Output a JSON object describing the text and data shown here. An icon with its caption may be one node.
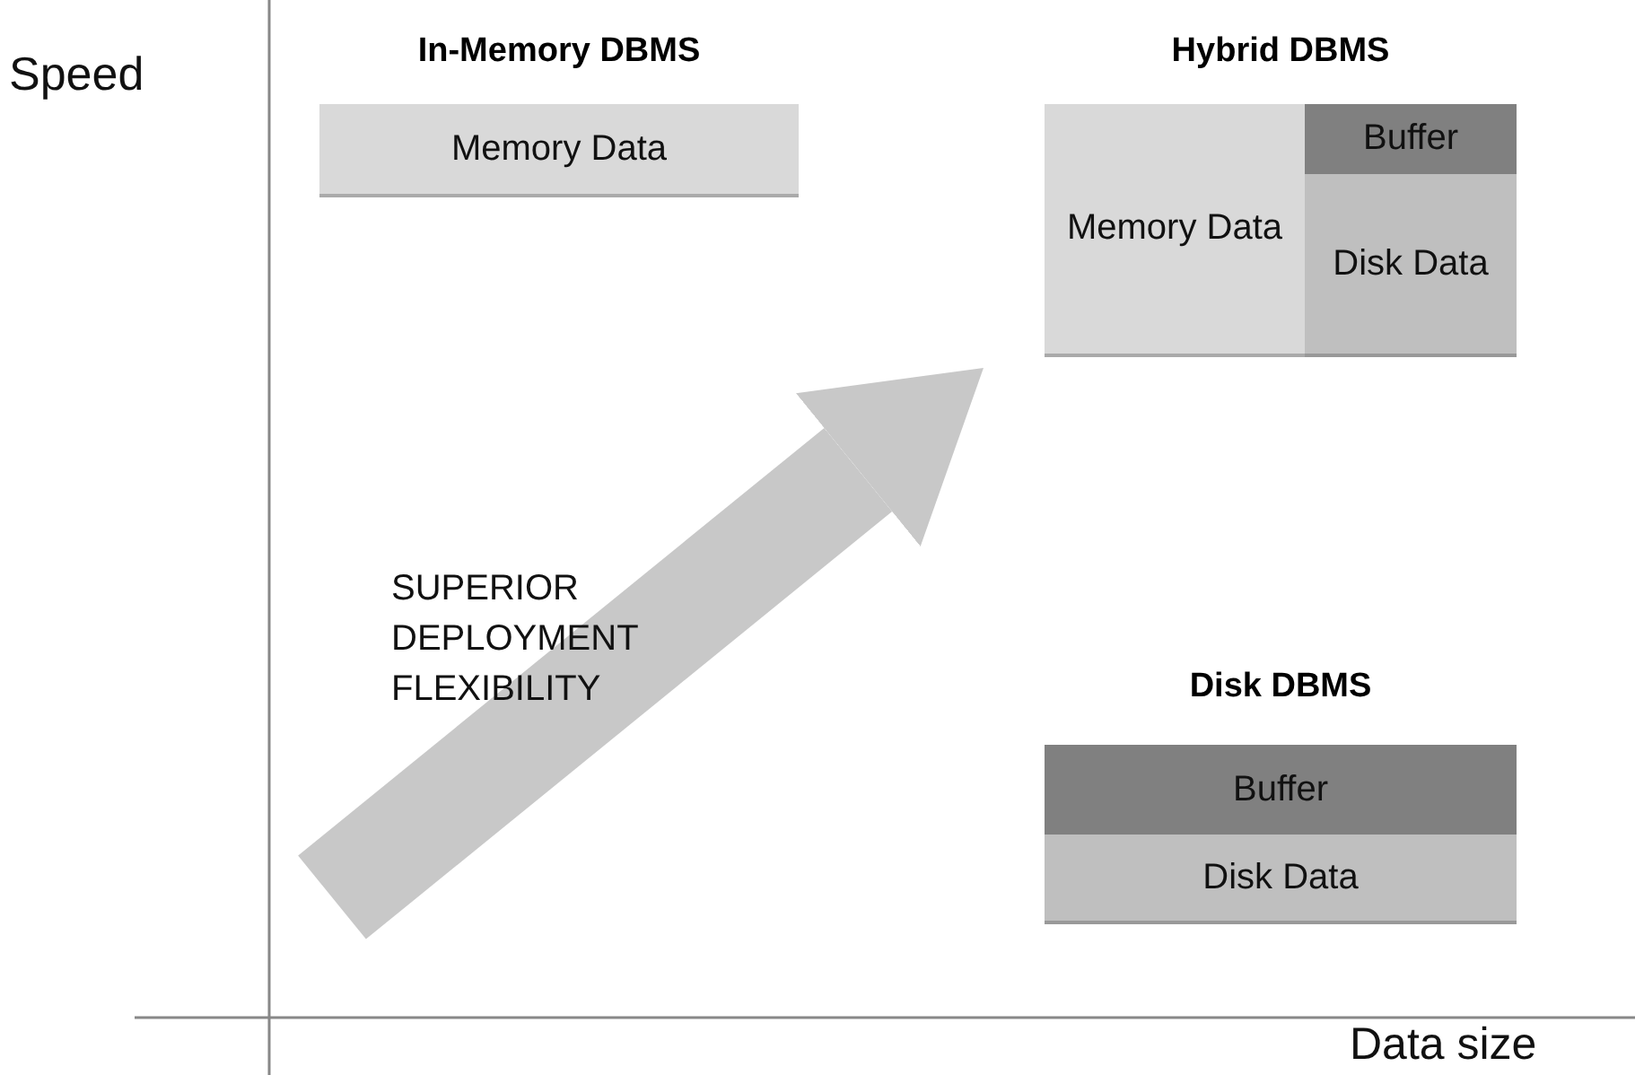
{
  "diagram": {
    "nodes": [
      {
        "text": [
          "In-Memory DBMS"
        ]
      },
      {
        "text": [
          "Memory Data"
        ],
        "in": 0
      },
      {
        "text": [
          "Hybrid DBMS"
        ]
      },
      {
        "text": [
          "Memory Data"
        ],
        "in": 2
      },
      {
        "text": [
          "Buffer"
        ],
        "in": 2
      },
      {
        "text": [
          "Disk Data"
        ],
        "in": 2
      },
      {
        "text": [
          "Disk DBMS"
        ]
      },
      {
        "text": [
          "Buffer"
        ],
        "in": 6
      },
      {
        "text": [
          "Disk Data"
        ],
        "in": 6
      }
    ],
    "edges": [
      {
        "from": null,
        "to": 2,
        "arrow": "to",
        "label": "SUPERIOR DEPLOYMENT FLEXIBILITY"
      }
    ],
    "labels": [
      "Speed",
      "Data size"
    ]
  }
}
